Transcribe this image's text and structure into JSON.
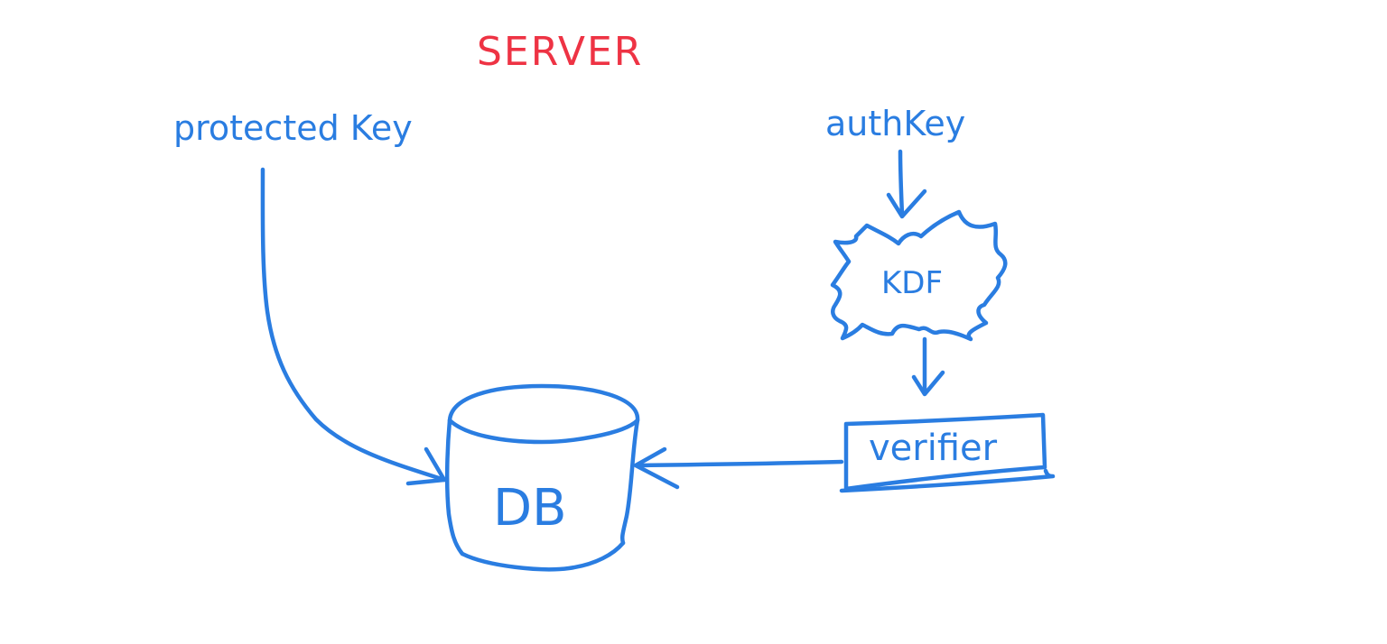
{
  "title": "SERVER",
  "nodes": {
    "protected_key": "protected Key",
    "auth_key": "authKey",
    "kdf": "KDF",
    "verifier": "verifier",
    "db": "DB"
  },
  "colors": {
    "ink": "#2a7de1",
    "title": "#ee3344",
    "background": "#ffffff"
  }
}
